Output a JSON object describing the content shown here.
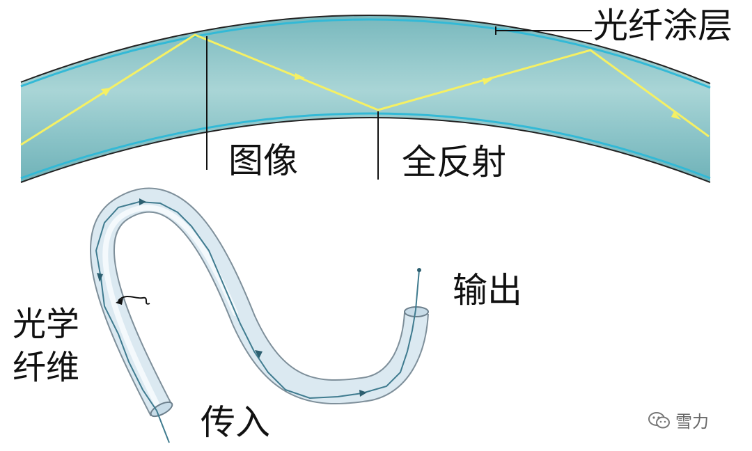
{
  "labels": {
    "coating": "光纤涂层",
    "image": "图像",
    "total_reflection": "全反射",
    "optical_fiber_line1": "光学",
    "optical_fiber_line2": "纤维",
    "input": "传入",
    "output": "输出"
  },
  "watermark": {
    "text": "雪力",
    "icon": "wechat-icon"
  },
  "colors": {
    "ray": "#f5f064",
    "fiber_body": "#8cc6ca",
    "fiber_edge": "#33b9d6",
    "fiber_outline": "#333333",
    "tube_fill": "#dbe9f1",
    "tube_path": "#3f7b8f"
  }
}
